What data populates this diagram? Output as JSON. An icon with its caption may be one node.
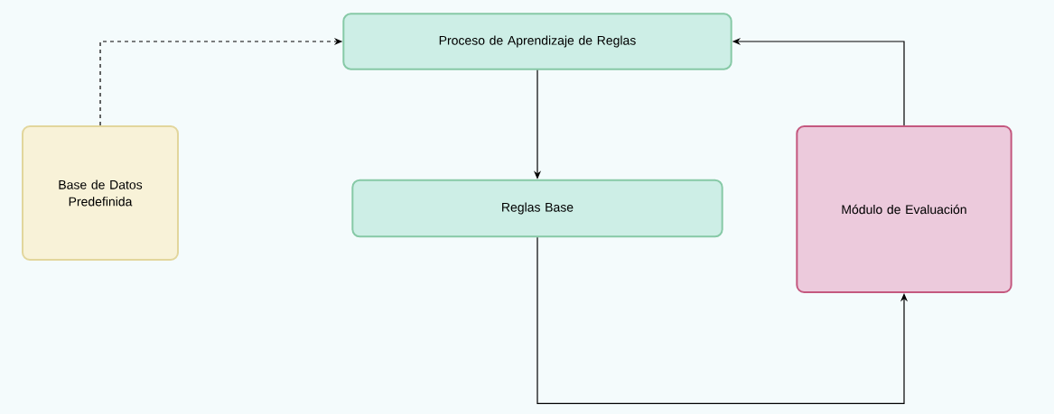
{
  "diagram": {
    "nodes": [
      {
        "text": [
          "Proceso de Aprendizaje de Reglas"
        ]
      },
      {
        "text": [
          "Base de Datos Predefinida"
        ]
      },
      {
        "text": [
          "Reglas Base"
        ]
      },
      {
        "text": [
          "Módulo de Evaluación"
        ]
      }
    ],
    "edges": [
      {
        "from": 1,
        "to": 0,
        "arrow": "to",
        "style": "dashed"
      },
      {
        "from": 0,
        "to": 2,
        "arrow": "to"
      },
      {
        "from": 2,
        "to": 3,
        "arrow": "to"
      },
      {
        "from": 3,
        "to": 0,
        "arrow": "to"
      }
    ]
  }
}
